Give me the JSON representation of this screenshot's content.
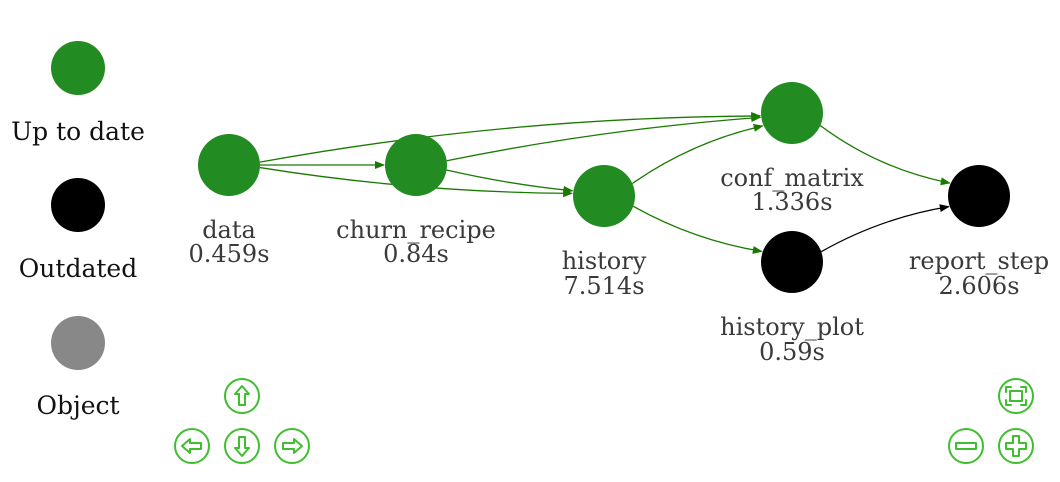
{
  "legend": [
    {
      "id": "uptodate",
      "label": "Up to date",
      "color": "#228b22"
    },
    {
      "id": "outdated",
      "label": "Outdated",
      "color": "#000000"
    },
    {
      "id": "object",
      "label": "Object",
      "color": "#888888"
    }
  ],
  "nodes": [
    {
      "id": "data",
      "name": "data",
      "time": "0.459s",
      "status": "uptodate",
      "color": "#228b22"
    },
    {
      "id": "churn_recipe",
      "name": "churn_recipe",
      "time": "0.84s",
      "status": "uptodate",
      "color": "#228b22"
    },
    {
      "id": "history",
      "name": "history",
      "time": "7.514s",
      "status": "uptodate",
      "color": "#228b22"
    },
    {
      "id": "conf_matrix",
      "name": "conf_matrix",
      "time": "1.336s",
      "status": "uptodate",
      "color": "#228b22"
    },
    {
      "id": "history_plot",
      "name": "history_plot",
      "time": "0.59s",
      "status": "outdated",
      "color": "#000000"
    },
    {
      "id": "report_step",
      "name": "report_step",
      "time": "2.606s",
      "status": "outdated",
      "color": "#000000"
    }
  ],
  "edges": [
    {
      "from": "data",
      "to": "churn_recipe",
      "color": "#1a7a00"
    },
    {
      "from": "data",
      "to": "history",
      "color": "#1a7a00"
    },
    {
      "from": "data",
      "to": "conf_matrix",
      "color": "#1a7a00"
    },
    {
      "from": "churn_recipe",
      "to": "history",
      "color": "#1a7a00"
    },
    {
      "from": "churn_recipe",
      "to": "conf_matrix",
      "color": "#1a7a00"
    },
    {
      "from": "history",
      "to": "conf_matrix",
      "color": "#1a7a00"
    },
    {
      "from": "history",
      "to": "history_plot",
      "color": "#1a7a00"
    },
    {
      "from": "conf_matrix",
      "to": "report_step",
      "color": "#1a7a00"
    },
    {
      "from": "history_plot",
      "to": "report_step",
      "color": "#000000"
    }
  ],
  "nav_buttons": [
    {
      "id": "up",
      "icon": "arrow-up-icon"
    },
    {
      "id": "left",
      "icon": "arrow-left-icon"
    },
    {
      "id": "down",
      "icon": "arrow-down-icon"
    },
    {
      "id": "right",
      "icon": "arrow-right-icon"
    },
    {
      "id": "fit",
      "icon": "zoom-extends-icon"
    },
    {
      "id": "zoomout",
      "icon": "zoom-out-icon"
    },
    {
      "id": "zoomin",
      "icon": "zoom-in-icon"
    }
  ],
  "colors": {
    "nav": "#3fbf2f"
  }
}
